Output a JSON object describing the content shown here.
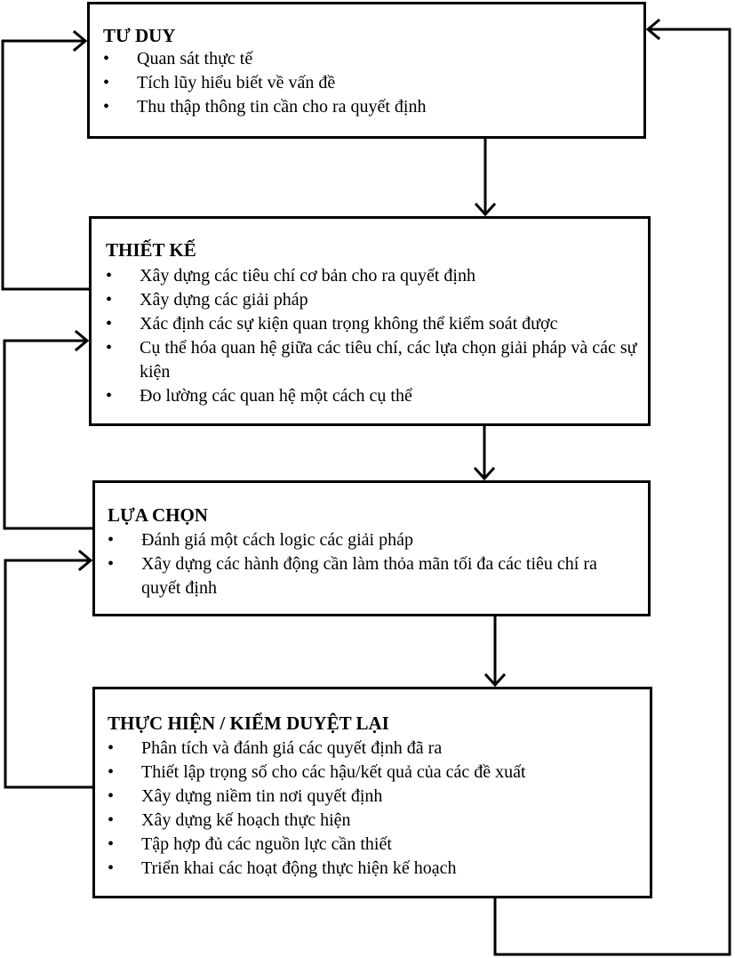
{
  "boxes": [
    {
      "title": "TƯ DUY",
      "bullets": [
        "Quan sát thực tế",
        "Tích lũy hiểu biết về vấn đề",
        "Thu thập thông tin cần cho ra quyết định"
      ]
    },
    {
      "title": "THIẾT KẾ",
      "bullets": [
        "Xây dựng các tiêu chí cơ bản cho ra quyết định",
        "Xây dựng các giải pháp",
        "Xác định các sự kiện quan trọng không thể kiểm soát được",
        "Cụ thể hóa quan hệ giữa các tiêu chí, các lựa chọn giải pháp và các sự kiện",
        "Đo lường các quan hệ một cách cụ thể"
      ]
    },
    {
      "title": "LỰA CHỌN",
      "bullets": [
        "Đánh giá một cách logic các giải pháp",
        "Xây dựng các hành động cần làm thỏa mãn tối đa các tiêu chí ra quyết định"
      ]
    },
    {
      "title": "THỰC HIỆN / KIỂM DUYỆT LẠI",
      "bullets": [
        "Phân tích và đánh giá các quyết định đã ra",
        "Thiết lập trọng số cho các hậu/kết quả của các đề xuất",
        "Xây dựng niềm tin nơi quyết định",
        "Xây dựng kế hoạch thực hiện",
        "Tập hợp đủ các nguồn lực cần thiết",
        "Triển khai các hoạt động thực hiện kế hoạch"
      ]
    }
  ],
  "bullet_symbol": "•"
}
